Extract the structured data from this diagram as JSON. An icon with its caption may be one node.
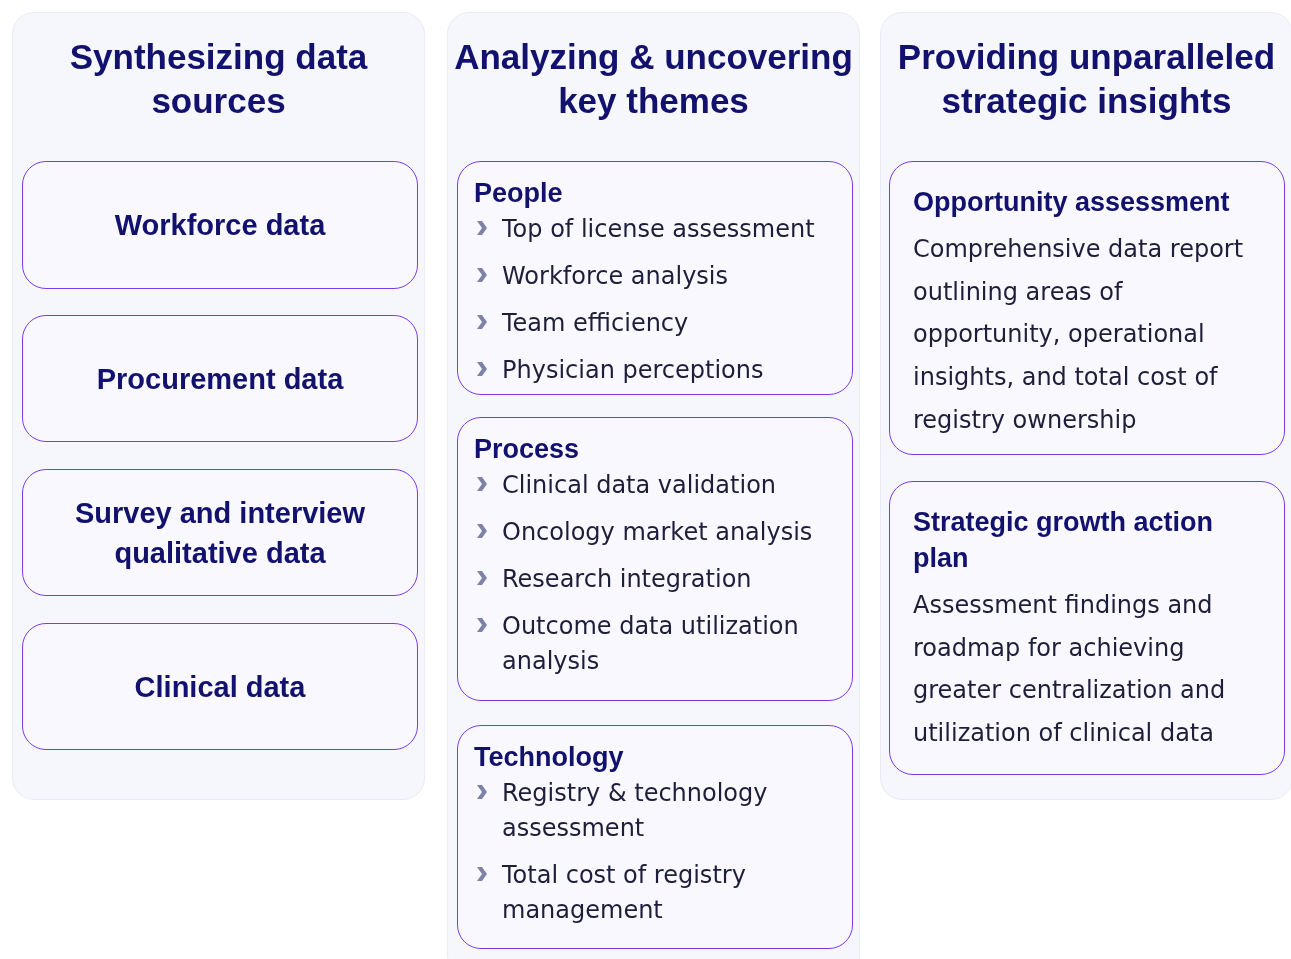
{
  "diagram": {
    "nodes": [
      {
        "text": [
          "Synthesizing data sources"
        ]
      },
      {
        "text": [
          "Workforce data"
        ],
        "in": 0
      },
      {
        "text": [
          "Procurement data"
        ],
        "in": 0
      },
      {
        "text": [
          "Survey and interview qualitative data"
        ],
        "in": 0
      },
      {
        "text": [
          "Clinical data"
        ],
        "in": 0
      },
      {
        "text": [
          "Analyzing & uncovering key themes"
        ]
      },
      {
        "text": [
          "People",
          "Top of license assessment",
          "Workforce analysis",
          "Team efficiency",
          "Physician perceptions"
        ],
        "in": 5
      },
      {
        "text": [
          "Process",
          "Clinical data validation",
          "Oncology market analysis",
          "Research integration",
          "Outcome data utilization analysis"
        ],
        "in": 5
      },
      {
        "text": [
          "Technology",
          "Registry & technology assessment",
          "Total cost of registry management"
        ],
        "in": 5
      },
      {
        "text": [
          "Providing unparalleled strategic insights"
        ]
      },
      {
        "text": [
          "Opportunity assessment",
          "Comprehensive data report outlining areas of opportunity, operational insights, and total cost of registry ownership"
        ],
        "in": 9
      },
      {
        "text": [
          "Strategic growth action plan",
          "Assessment findings and roadmap for achieving greater centralization and utilization of clinical data"
        ],
        "in": 9
      }
    ]
  }
}
